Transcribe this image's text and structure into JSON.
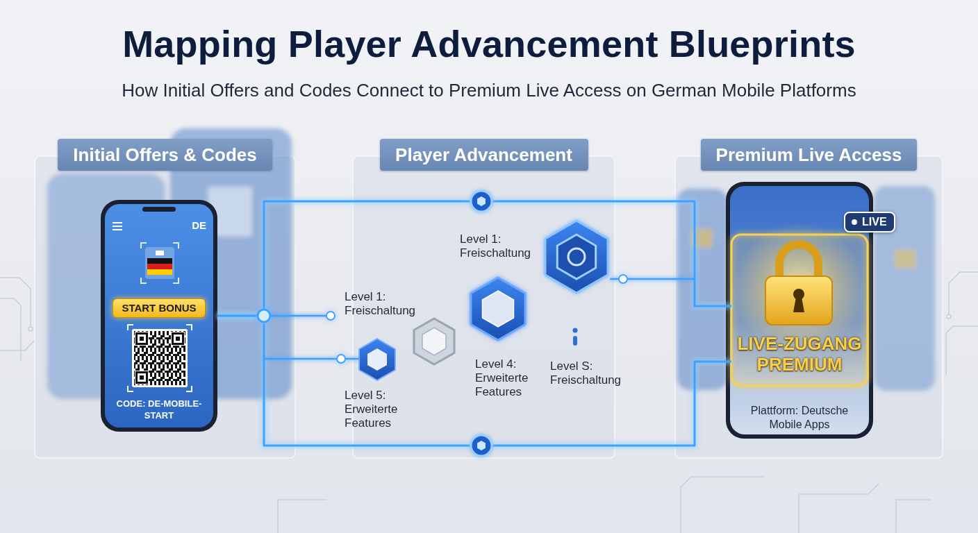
{
  "diagram": {
    "title": "Mapping Player Advancement Blueprints",
    "nodes": [
      {
        "text": [
          "Initial Offers & Codes"
        ]
      },
      {
        "text": [
          "DE",
          "CODE: DE-MOBILE-START"
        ],
        "in": 0
      },
      {
        "text": [
          "START BONUS"
        ],
        "in": 1
      },
      {
        "text": [
          "Player Advancement"
        ]
      },
      {
        "text": [
          "Premium Live Access"
        ]
      },
      {
        "text": [
          "LIVE-ZUGANG PREMIUM",
          "Plattform: Deutsche Mobile Apps"
        ],
        "in": 4
      },
      {
        "text": [
          "LIVE"
        ],
        "in": 5
      }
    ],
    "edges": [
      {
        "from": 1,
        "to": 5,
        "arrow": "none"
      },
      {
        "from": 1,
        "to": 5,
        "arrow": "none"
      }
    ],
    "labels": [
      "How Initial Offers and Codes Connect to Premium Live Access on German Mobile Platforms",
      "Level 1: Freischaltung",
      "Level 1: Freischaltung",
      "Level 5: Erweiterte Features",
      "Level 4: Erweiterte Features",
      "Level S: Freischaltung"
    ]
  }
}
